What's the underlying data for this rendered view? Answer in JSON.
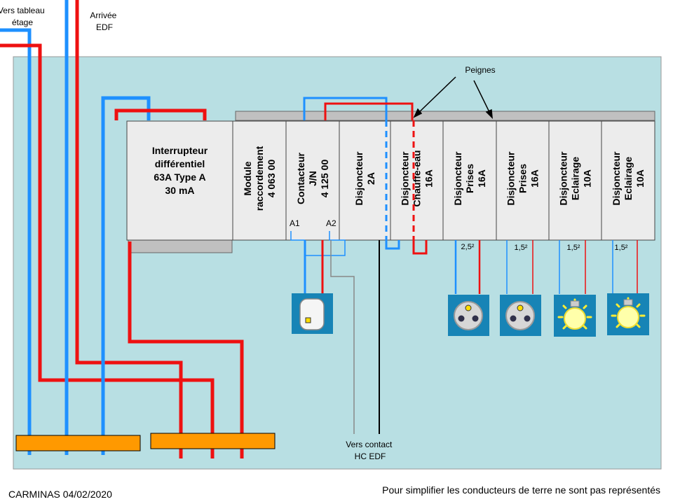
{
  "labels": {
    "vers_tableau": [
      "Vers tableau",
      "étage"
    ],
    "arrivee": [
      "Arrivée",
      "EDF"
    ],
    "peignes": "Peignes",
    "vers_contact": [
      "Vers contact",
      "HC EDF"
    ],
    "footer_left": "CARMINAS 04/02/2020",
    "footer_right": "Pour simplifier les conducteurs  de terre ne sont pas représentés",
    "a1": "A1",
    "a2": "A2"
  },
  "modules": [
    {
      "lines": [
        "Interrupteur",
        "différentiel",
        "63A Type A",
        "30 mA"
      ]
    },
    {
      "lines": [
        "Module",
        "raccordement",
        "4 063 00"
      ]
    },
    {
      "lines": [
        "Contacteur",
        "J/N",
        "4 125 00"
      ]
    },
    {
      "lines": [
        "Disjoncteur",
        "2A"
      ]
    },
    {
      "lines": [
        "Disjoncteur",
        "Chauffe-eau",
        "16A"
      ]
    },
    {
      "lines": [
        "Disjoncteur",
        "Prises",
        "16A"
      ]
    },
    {
      "lines": [
        "Disjoncteur",
        "Prises",
        "16A"
      ]
    },
    {
      "lines": [
        "Disjoncteur",
        "Eclairage",
        "10A"
      ]
    },
    {
      "lines": [
        "Disjoncteur",
        "Eclairage",
        "10A"
      ]
    }
  ],
  "wire_sizes": [
    "2,5²",
    "1,5²",
    "1,5²",
    "1,5²"
  ],
  "colors": {
    "panel": "#b8dfe3",
    "neutral": "#1e90ff",
    "phase": "#ee1111",
    "terminal": "#ff9900",
    "icon_bg": "#1784b6",
    "rail": "#c0c0c0"
  },
  "icons": [
    "water-heater-icon",
    "socket-icon",
    "socket-icon",
    "lamp-icon",
    "lamp-icon"
  ]
}
